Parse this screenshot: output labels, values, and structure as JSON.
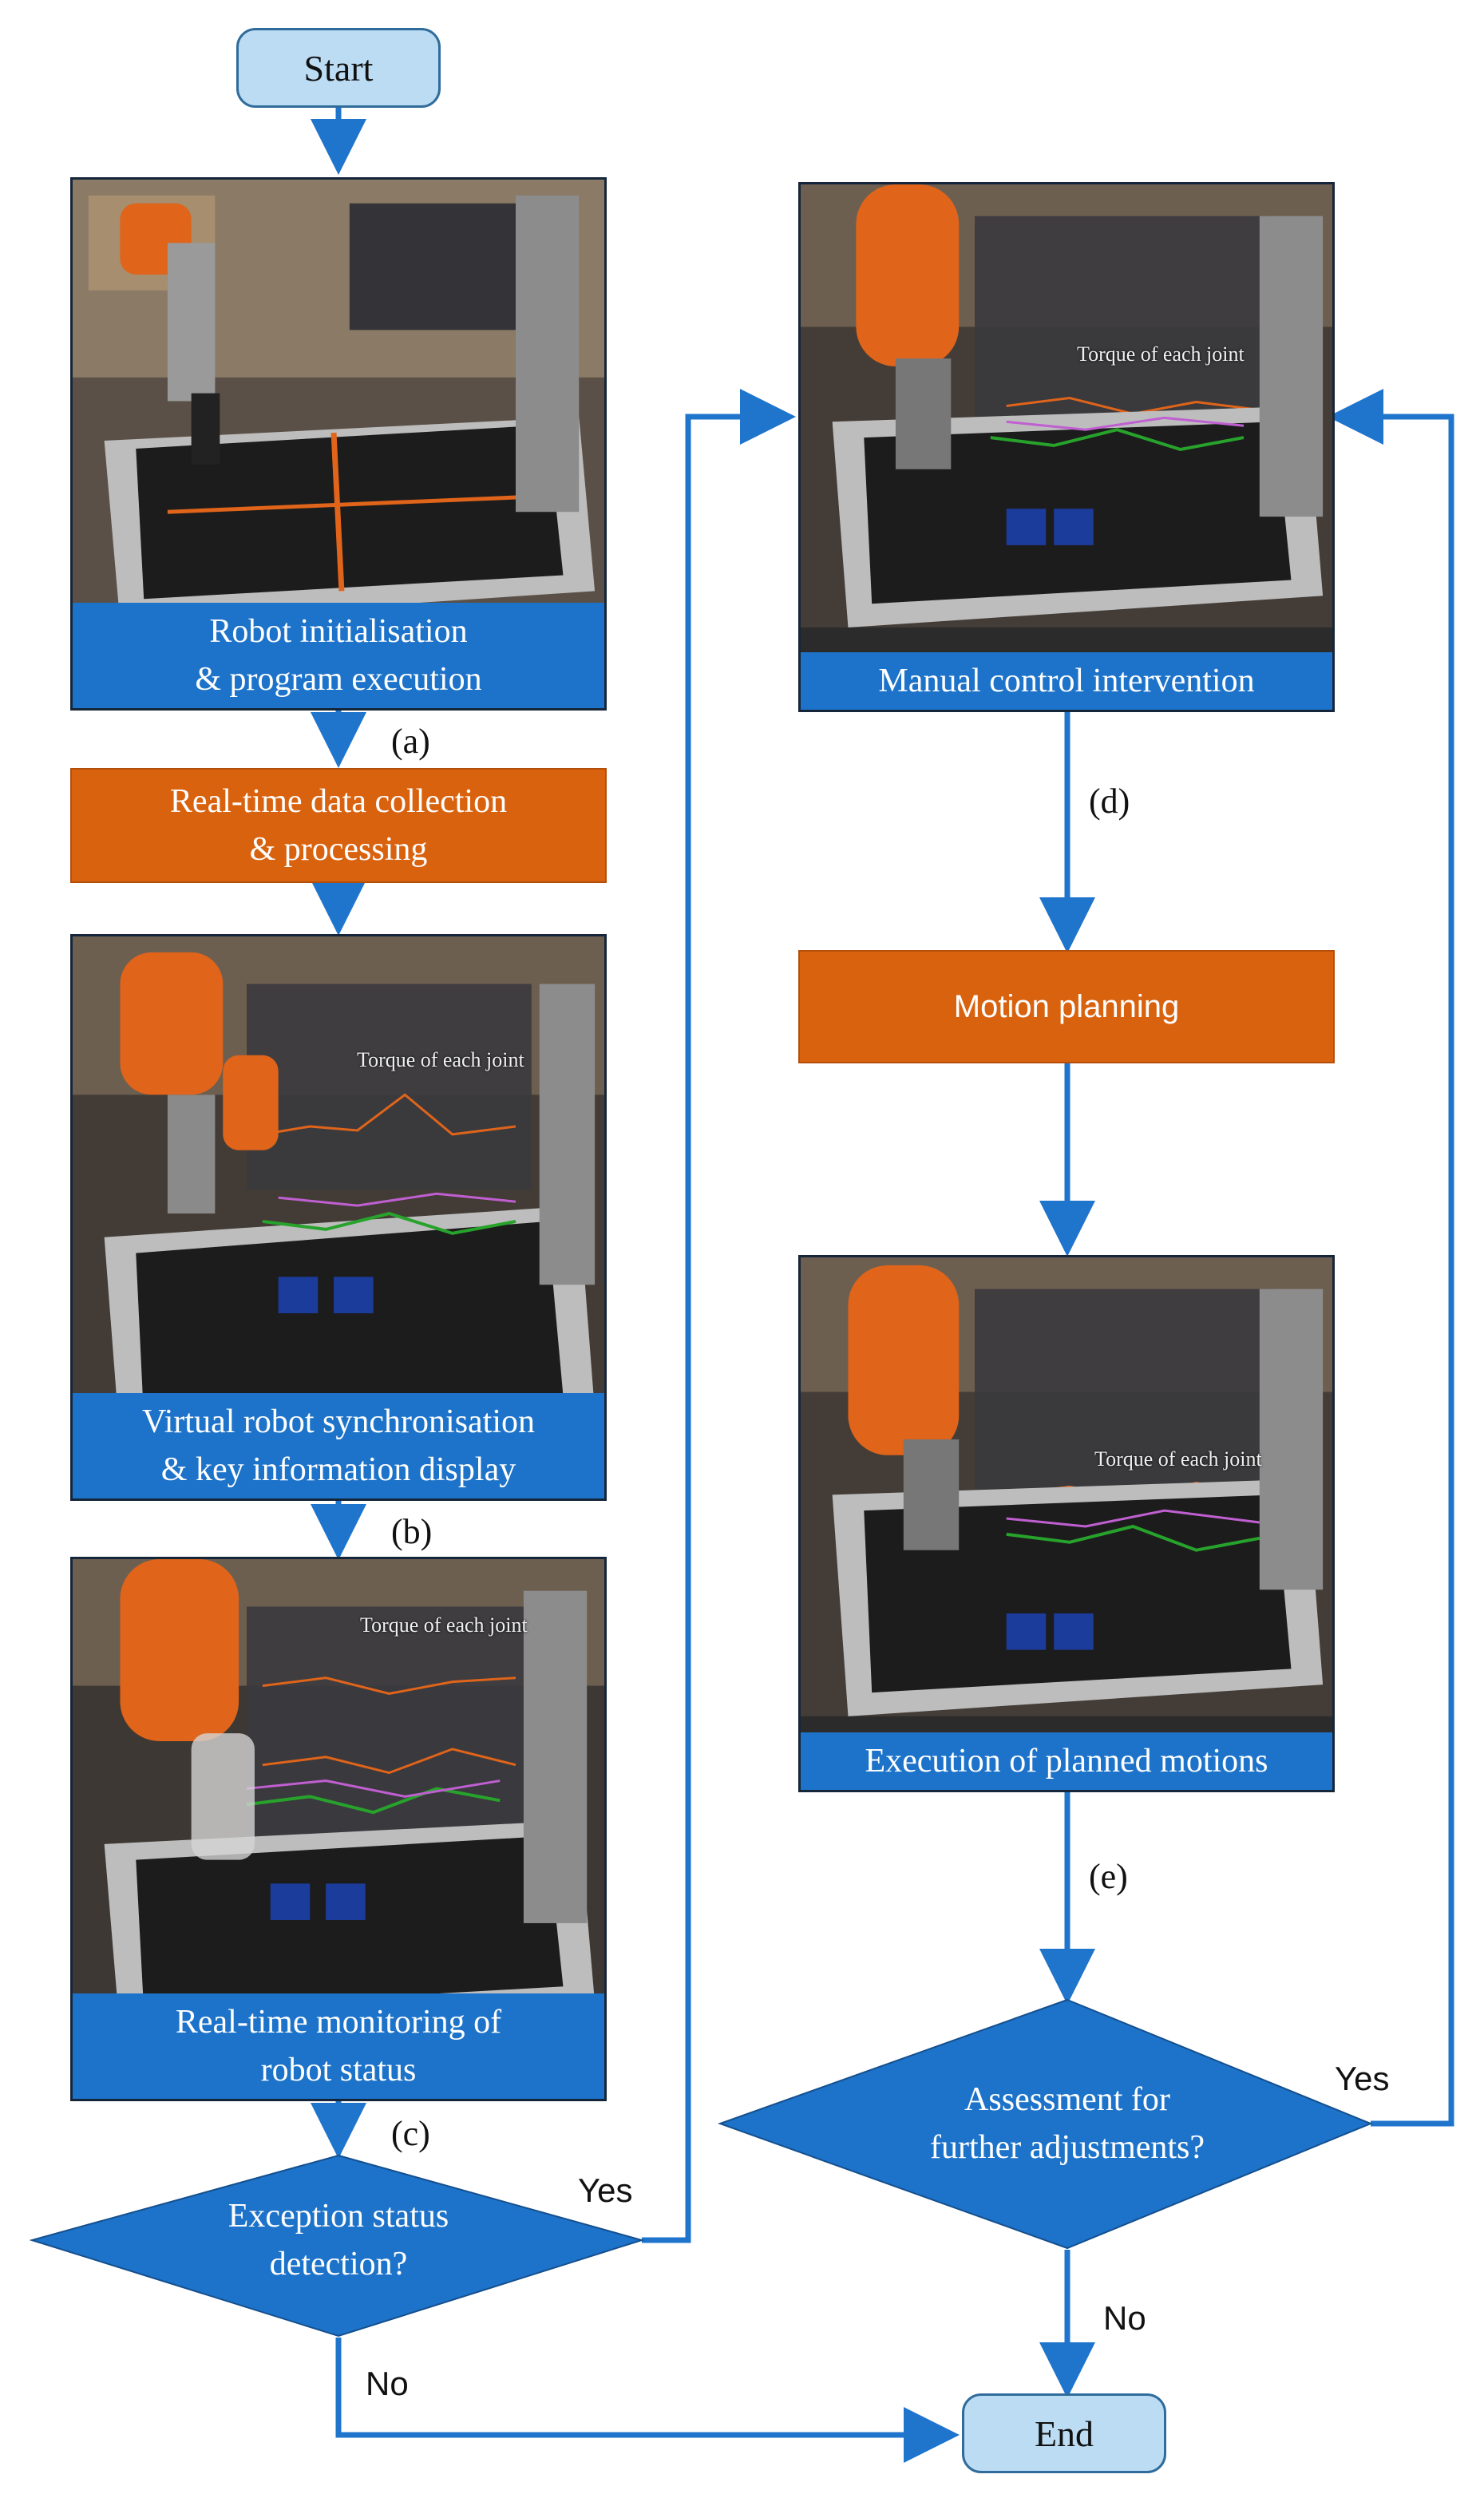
{
  "colors": {
    "arrow": "#1f74cc",
    "caption_bg": "#1d73c9",
    "process_bg": "#d9620f",
    "terminal_bg": "#bcdcf3",
    "decision_bg": "#1d73c9",
    "robot_orange": "#e0641a"
  },
  "start": {
    "label": "Start"
  },
  "end": {
    "label": "End"
  },
  "panels": [
    {
      "caption": "Robot initialisation\n& program execution",
      "overlay": ""
    },
    {
      "caption": "Virtual robot synchronisation\n& key information display",
      "overlay": "Torque of each joint"
    },
    {
      "caption": "Real-time monitoring of\nrobot status",
      "overlay": "Torque of each joint"
    },
    {
      "caption": "Manual control intervention",
      "overlay": "Torque of each joint"
    },
    {
      "caption": "Execution of planned motions",
      "overlay": "Torque of each joint"
    }
  ],
  "processes": {
    "data_collection": "Real-time data collection\n& processing",
    "motion_planning": "Motion planning"
  },
  "decisions": {
    "exception": "Exception status\ndetection?",
    "assessment": "Assessment for\nfurther adjustments?"
  },
  "step_labels": {
    "a": "(a)",
    "b": "(b)",
    "c": "(c)",
    "d": "(d)",
    "e": "(e)"
  },
  "branch_labels": {
    "exception_yes": "Yes",
    "exception_no": "No",
    "assessment_yes": "Yes",
    "assessment_no": "No"
  }
}
